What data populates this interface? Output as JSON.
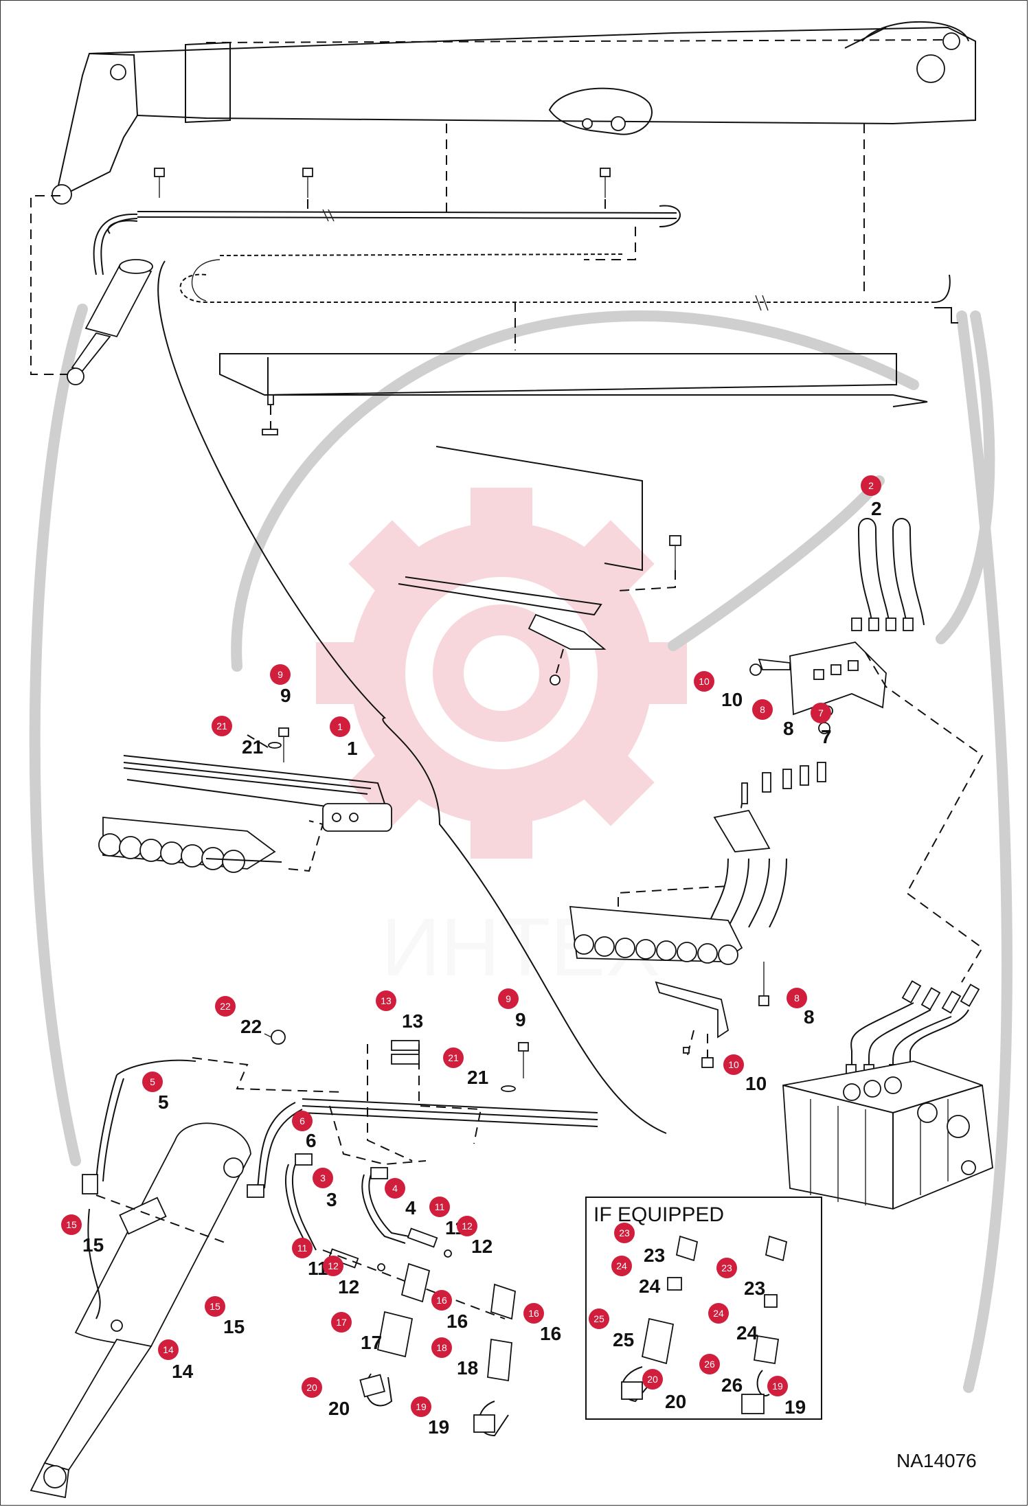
{
  "watermark": {
    "text": "ИНТЕХ",
    "color": "#d11e3c"
  },
  "inset": {
    "title": "IF EQUIPPED"
  },
  "drawing_number": "NA14076",
  "badge_color": "#d11e3c",
  "callouts": [
    {
      "id": "c2",
      "n": "2"
    },
    {
      "id": "c10a",
      "n": "10"
    },
    {
      "id": "c8a",
      "n": "8"
    },
    {
      "id": "c7",
      "n": "7"
    },
    {
      "id": "c9a",
      "n": "9"
    },
    {
      "id": "c21a",
      "n": "21"
    },
    {
      "id": "c1",
      "n": "1"
    },
    {
      "id": "c8b",
      "n": "8"
    },
    {
      "id": "c10b",
      "n": "10"
    },
    {
      "id": "c22",
      "n": "22"
    },
    {
      "id": "c13",
      "n": "13"
    },
    {
      "id": "c9b",
      "n": "9"
    },
    {
      "id": "c21b",
      "n": "21"
    },
    {
      "id": "c5",
      "n": "5"
    },
    {
      "id": "c6",
      "n": "6"
    },
    {
      "id": "c3",
      "n": "3"
    },
    {
      "id": "c4",
      "n": "4"
    },
    {
      "id": "c11a",
      "n": "11"
    },
    {
      "id": "c12a",
      "n": "12"
    },
    {
      "id": "c11b",
      "n": "11"
    },
    {
      "id": "c12b",
      "n": "12"
    },
    {
      "id": "c15a",
      "n": "15"
    },
    {
      "id": "c15b",
      "n": "15"
    },
    {
      "id": "c16a",
      "n": "16"
    },
    {
      "id": "c16b",
      "n": "16"
    },
    {
      "id": "c17",
      "n": "17"
    },
    {
      "id": "c18",
      "n": "18"
    },
    {
      "id": "c14",
      "n": "14"
    },
    {
      "id": "c20a",
      "n": "20"
    },
    {
      "id": "c19a",
      "n": "19"
    },
    {
      "id": "c23a",
      "n": "23"
    },
    {
      "id": "c24a",
      "n": "24"
    },
    {
      "id": "c25",
      "n": "25"
    },
    {
      "id": "c20b",
      "n": "20"
    },
    {
      "id": "c23b",
      "n": "23"
    },
    {
      "id": "c24b",
      "n": "24"
    },
    {
      "id": "c26",
      "n": "26"
    },
    {
      "id": "c19b",
      "n": "19"
    }
  ]
}
